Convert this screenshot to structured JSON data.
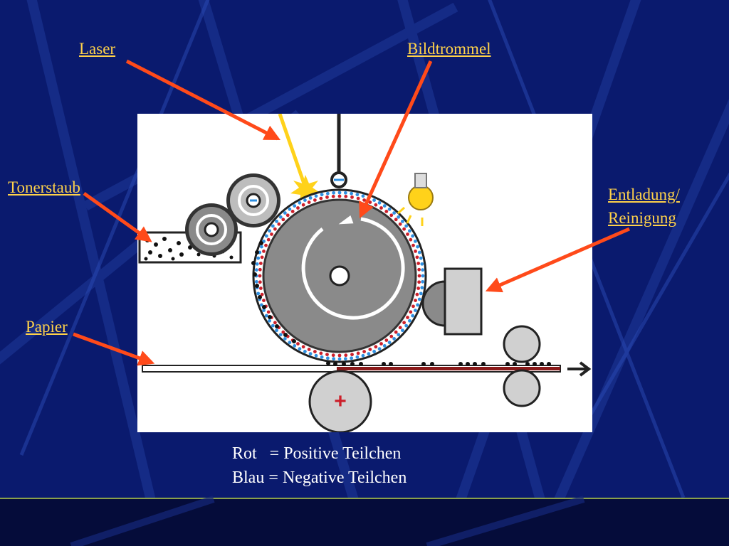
{
  "labels": {
    "laser": "Laser",
    "bildtrommel": "Bildtrommel",
    "tonerstaub": "Tonerstaub",
    "entladung_line1": "Entladung/",
    "entladung_line2": "Reinigung",
    "papier": "Papier",
    "plus_sign": "+"
  },
  "legend": {
    "red": "Rot   = Positive Teilchen",
    "blue": "Blau = Negative Teilchen"
  },
  "colors": {
    "background": "#0a1a6e",
    "label": "#ffd24a",
    "pointer": "#ff4a1a",
    "positive": "#cc1f2a",
    "negative": "#2f8fe0",
    "drum": "#8a8a8a"
  }
}
